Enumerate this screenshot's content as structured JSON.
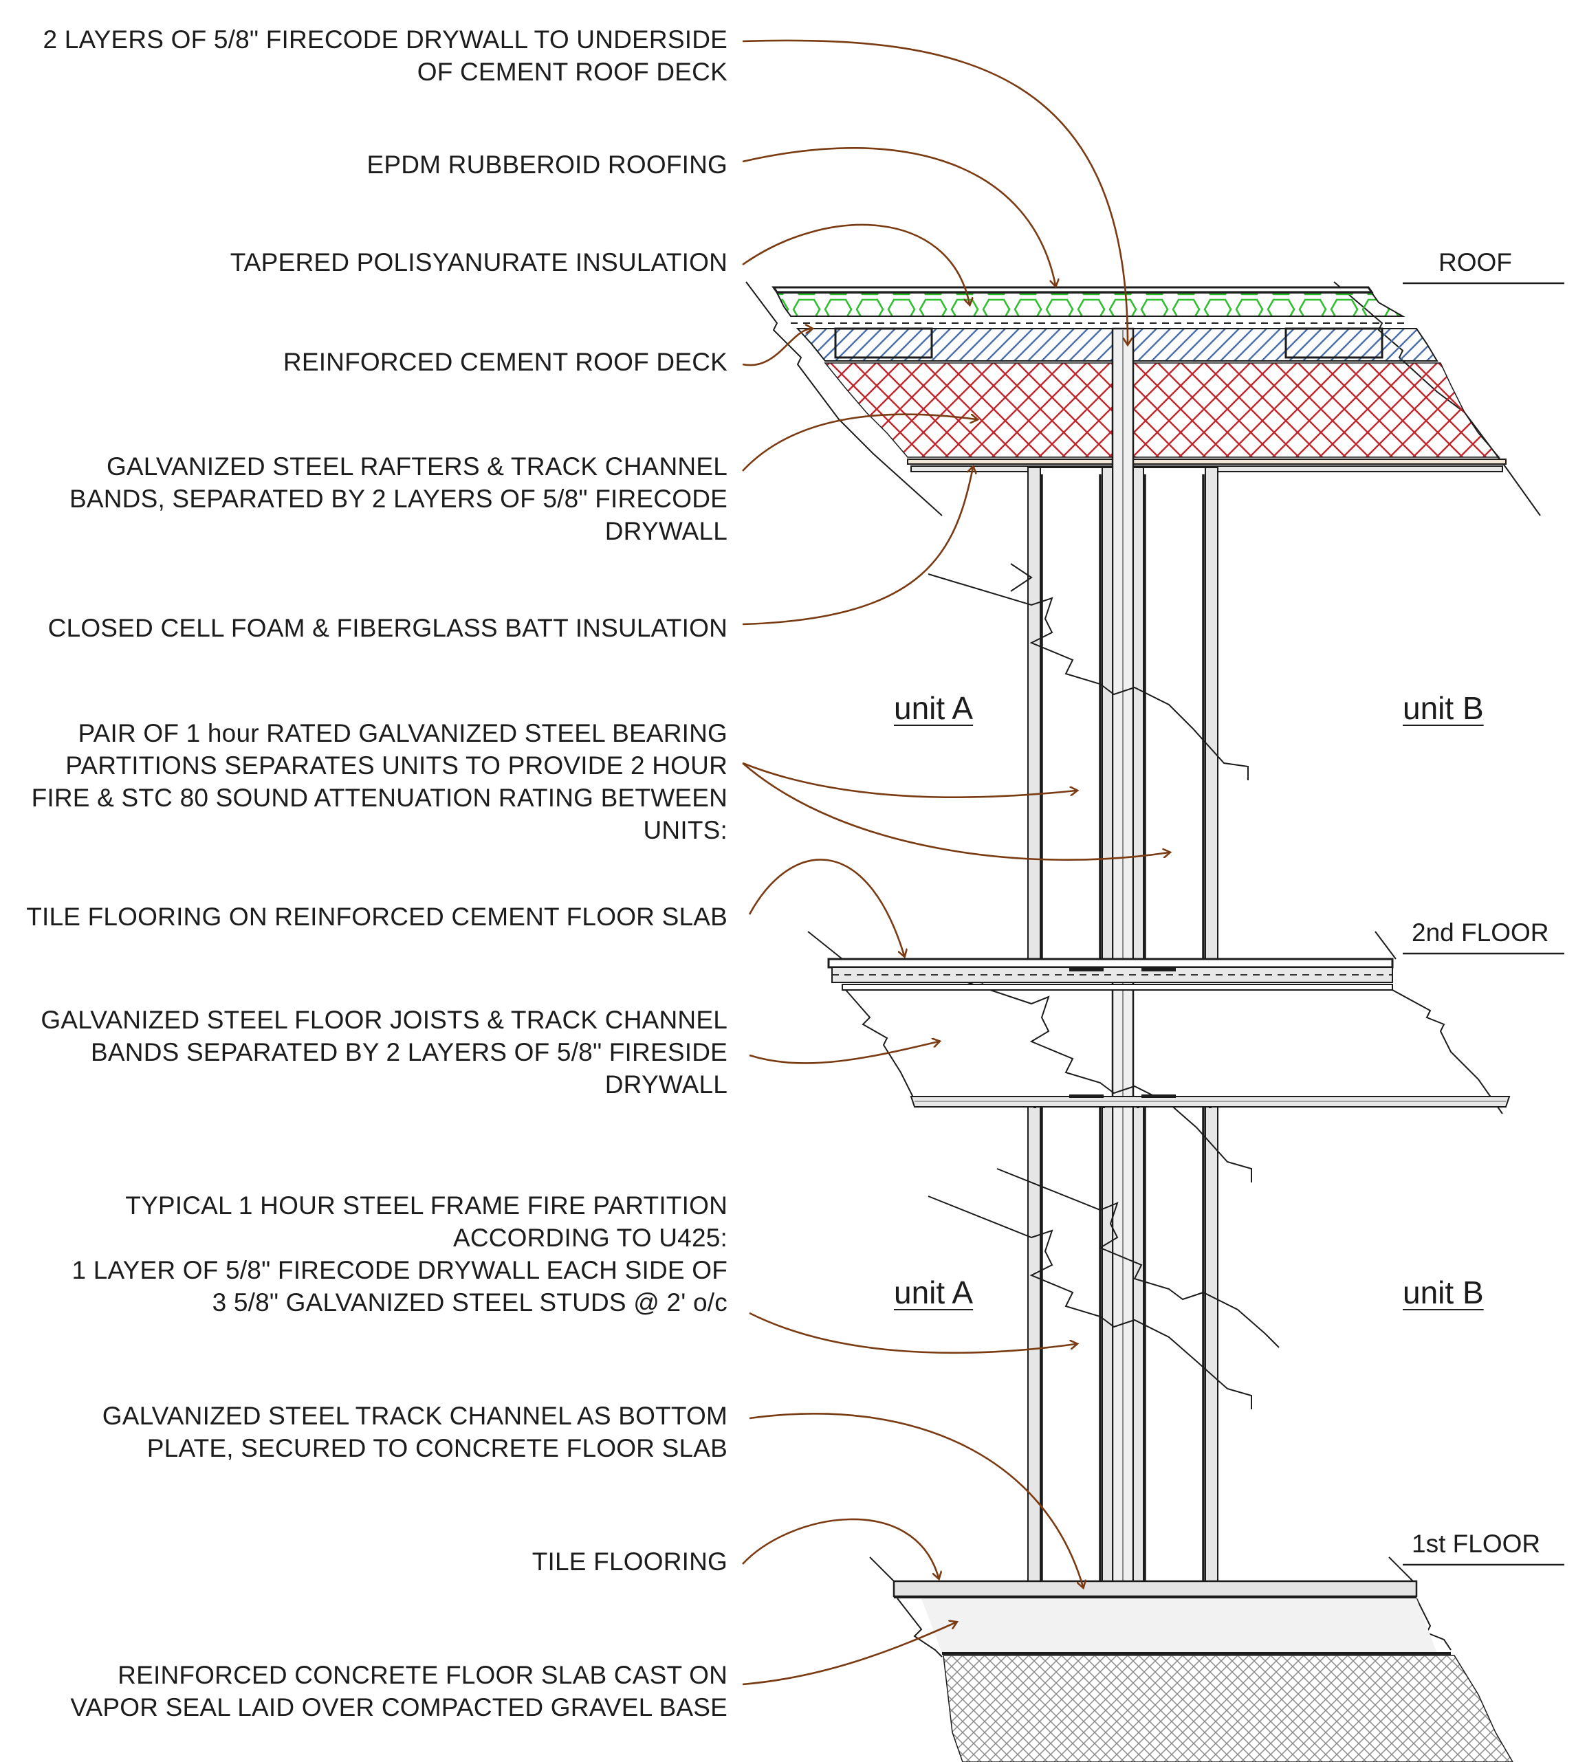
{
  "callouts": [
    {
      "lines": [
        "2 LAYERS OF 5/8\" FIRECODE DRYWALL TO UNDERSIDE",
        "OF CEMENT ROOF DECK"
      ]
    },
    {
      "lines": [
        "EPDM RUBBEROID ROOFING"
      ]
    },
    {
      "lines": [
        "TAPERED POLISYANURATE INSULATION"
      ]
    },
    {
      "lines": [
        "REINFORCED CEMENT ROOF DECK"
      ]
    },
    {
      "lines": [
        "GALVANIZED STEEL RAFTERS & TRACK CHANNEL",
        "BANDS, SEPARATED BY 2 LAYERS OF 5/8\" FIRECODE",
        "DRYWALL"
      ]
    },
    {
      "lines": [
        "CLOSED CELL FOAM & FIBERGLASS BATT INSULATION"
      ]
    },
    {
      "lines": [
        "PAIR OF 1 hour RATED GALVANIZED STEEL BEARING",
        "PARTITIONS SEPARATES UNITS TO PROVIDE 2 HOUR",
        "FIRE & STC 80 SOUND ATTENUATION RATING BETWEEN",
        "UNITS:"
      ]
    },
    {
      "lines": [
        "TILE FLOORING ON REINFORCED CEMENT FLOOR SLAB"
      ]
    },
    {
      "lines": [
        "GALVANIZED STEEL FLOOR JOISTS & TRACK CHANNEL",
        "BANDS SEPARATED BY 2 LAYERS OF 5/8\" FIRESIDE",
        "DRYWALL"
      ]
    },
    {
      "lines": [
        "TYPICAL 1  HOUR STEEL FRAME FIRE PARTITION",
        "ACCORDING TO U425:",
        "1 LAYER OF 5/8\" FIRECODE DRYWALL EACH SIDE OF",
        "3 5/8\" GALVANIZED STEEL STUDS @ 2' o/c"
      ]
    },
    {
      "lines": [
        "GALVANIZED STEEL TRACK CHANNEL AS BOTTOM",
        "PLATE, SECURED TO CONCRETE FLOOR SLAB"
      ]
    },
    {
      "lines": [
        "TILE FLOORING"
      ]
    },
    {
      "lines": [
        "REINFORCED CONCRETE FLOOR SLAB CAST ON",
        "VAPOR SEAL LAID OVER COMPACTED GRAVEL BASE"
      ]
    }
  ],
  "levels": {
    "roof": "ROOF",
    "second": "2nd FLOOR",
    "first": "1st FLOOR"
  },
  "units": {
    "upper_a": "unit A",
    "upper_b": "unit B",
    "lower_a": "unit A",
    "lower_b": "unit B"
  },
  "colors": {
    "leader": "#7a3a12",
    "insulation_green": "#2fbf2f",
    "deck_hatch_blue": "#4a6ea8",
    "batt_red": "#c0272d",
    "line": "#1c1c1c",
    "gravel": "#8a8a8a"
  }
}
